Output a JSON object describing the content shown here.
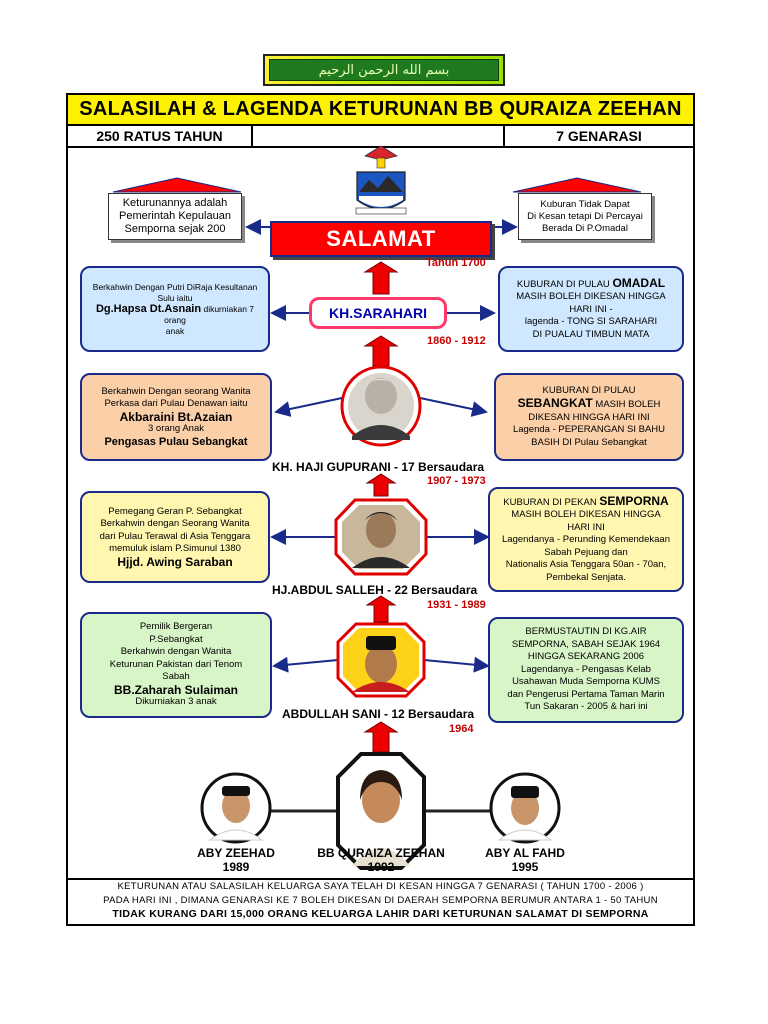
{
  "banner": {
    "text": "بسم الله الرحمن الرحيم"
  },
  "title": "SALASILAH & LAGENDA KETURUNAN BB QURAIZA ZEEHAN",
  "subheader": {
    "left": "250 RATUS TAHUN",
    "right": "7 GENARASI"
  },
  "top_left_note": [
    "Keturunannya adalah",
    "Pemerintah Kepulauan",
    "Semporna sejak 200"
  ],
  "top_right_note": [
    "Kuburan Tidak Dapat",
    "Di Kesan tetapi Di Percayai",
    "Berada Di P.Omadal"
  ],
  "salamat": {
    "name": "SALAMAT",
    "year": "Tahun 1700"
  },
  "gen2": {
    "name": "KH.SARAHARI",
    "years": "1860 - 1912",
    "left": {
      "line1": "Berkahwin Dengan Putri DiRaja Kesultanan",
      "line2": "Sulu iaitu",
      "spouse": "Dg.Hapsa Dt.Asnain",
      "tail": "dikurniakan 7 orang",
      "tail2": "anak"
    },
    "right": {
      "line1": "KUBURAN DI PULAU",
      "place": "OMADAL",
      "line2": "MASIH BOLEH DIKESAN HINGGA",
      "line3": "HARI INI -",
      "line4": "lagenda - TONG SI SARAHARI",
      "line5": "DI PUALAU TIMBUN MATA"
    }
  },
  "gen3": {
    "caption": "KH. HAJI GUPURANI - 17 Bersaudara",
    "years": "1907 - 1973",
    "left": {
      "line1": "Berkahwin Dengan seorang Wanita",
      "line2": "Perkasa dari Pulau Denawan iaitu",
      "spouse": "Akbaraini Bt.Azaian",
      "line3": "3 orang Anak",
      "line4": "Pengasas Pulau Sebangkat"
    },
    "right": {
      "line1": "KUBURAN DI PULAU",
      "place": "SEBANGKAT",
      "line2": "MASIH BOLEH",
      "line3": "DIKESAN HINGGA HARI INI",
      "line4": "Lagenda - PEPERANGAN SI BAHU",
      "line5": "BASIH DI Pulau Sebangkat"
    }
  },
  "gen4": {
    "caption": "HJ.ABDUL SALLEH - 22 Bersaudara",
    "years": "1931 - 1989",
    "left": {
      "line1": "Pemegang Geran P. Sebangkat",
      "line2": "Berkahwin dengan Seorang Wanita",
      "line3": "dari Pulau Terawal di Asia Tenggara",
      "line4": "memuluk islam P.Simunul 1380",
      "spouse": "Hjjd. Awing Saraban"
    },
    "right": {
      "line1": "KUBURAN DI PEKAN",
      "place": "SEMPORNA",
      "line2": "MASIH BOLEH DIKESAN HINGGA",
      "line3": "HARI INI",
      "line4": "Lagendanya - Perunding Kemendekaan",
      "line5": "Sabah Pejuang dan",
      "line6": "Nationalis Asia Tenggara 50an - 70an,",
      "line7": "Pembekal Senjata."
    }
  },
  "gen5": {
    "caption": "ABDULLAH SANI - 12 Bersaudara",
    "years": "1964",
    "left": {
      "line1": "Pemilik Bergeran",
      "line2": "P.Sebangkat",
      "line3": "Berkahwin dengan Wanita",
      "line4": "Keturunan Pakistan dari Tenom",
      "line5": "Sabah",
      "spouse": "BB.Zaharah Sulaiman",
      "line6": "Dikurniakan 3 anak"
    },
    "right": {
      "line1": "BERMUSTAUTIN DI KG.AIR",
      "line2": "SEMPORNA, SABAH SEJAK 1964",
      "line3": "HINGGA SEKARANG 2006",
      "line4": "Lagendanya - Pengasas Kelab",
      "line5": "Usahawan Muda Semporna KUMS",
      "line6": "dan Pengerusi Pertama Taman Marin",
      "line7": "Tun Sakaran - 2005 &  hari ini"
    }
  },
  "children": [
    {
      "name": "ABY ZEEHAD",
      "year": "1989"
    },
    {
      "name": "BB QURAIZA ZEEHAN",
      "year": "1992"
    },
    {
      "name": "ABY AL FAHD",
      "year": "1995"
    }
  ],
  "footer": {
    "line1": "KETURUNAN ATAU SALASILAH KELUARGA SAYA TELAH DI KESAN HINGGA 7 GENARASI ( TAHUN 1700 - 2006 )",
    "line2": "PADA HARI INI , DIMANA GENARASI KE 7  BOLEH DIKESAN DI DAERAH SEMPORNA BERUMUR ANTARA 1 - 50 TAHUN",
    "line3": "TIDAK KURANG DARI 15,000 ORANG KELUARGA  LAHIR DARI KETURUNAN SALAMAT DI SEMPORNA"
  },
  "colors": {
    "title_bg": "#fff200",
    "salamat_red": "#ff0000",
    "year_red": "#c40000",
    "border_blue": "#1a2a8a",
    "arrow_red": "#ee0000"
  }
}
